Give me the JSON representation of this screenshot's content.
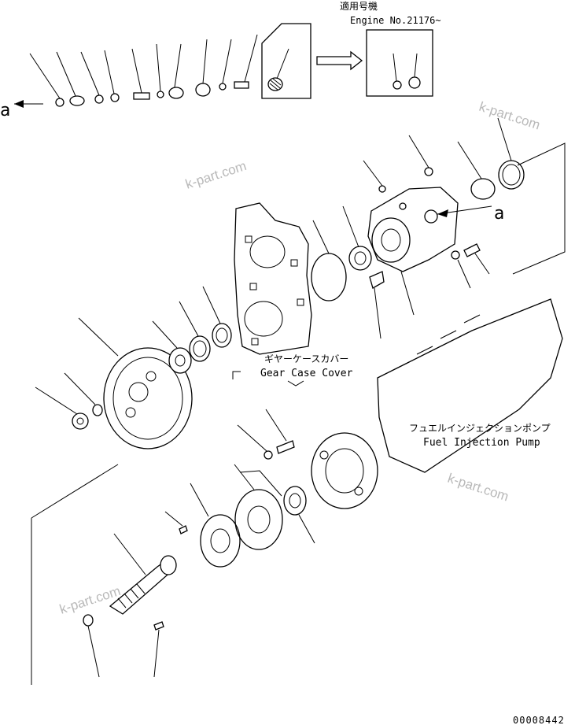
{
  "header": {
    "applicable_jp": "適用号機",
    "engine_no": "Engine No.21176~"
  },
  "callouts": {
    "ref_left": "a",
    "ref_right": "a"
  },
  "assemblies": {
    "gear_case_cover_jp": "ギヤーケースカバー",
    "gear_case_cover_en": "Gear Case Cover",
    "fuel_pump_jp": "フュエルインジェクションポンプ",
    "fuel_pump_en": "Fuel Injection Pump"
  },
  "watermark": "k-part.com",
  "drawing_number": "00008442"
}
